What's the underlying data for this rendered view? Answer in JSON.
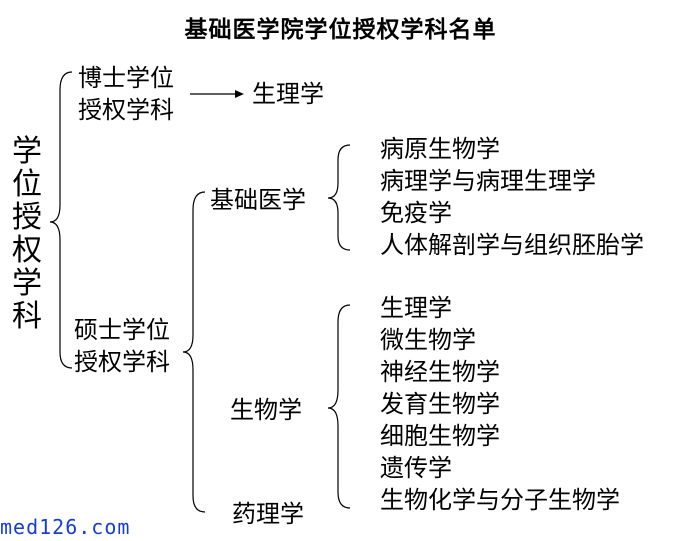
{
  "title": "基础医学院学位授权学科名单",
  "root": {
    "label": "学位授权学科"
  },
  "doctoral": {
    "label_line1": "博士学位",
    "label_line2": "授权学科",
    "subjects": [
      "生理学"
    ]
  },
  "masters": {
    "label_line1": "硕士学位",
    "label_line2": "授权学科",
    "groups": [
      {
        "name": "基础医学",
        "subjects": [
          "病原生物学",
          "病理学与病理生理学",
          "免疫学",
          "人体解剖学与组织胚胎学"
        ]
      },
      {
        "name": "生物学",
        "subjects": [
          "生理学",
          "微生物学",
          "神经生物学",
          "发育生物学",
          "细胞生物学",
          "遗传学",
          "生物化学与分子生物学"
        ]
      },
      {
        "name": "药理学",
        "subjects": []
      }
    ]
  },
  "watermark": "med126.com"
}
